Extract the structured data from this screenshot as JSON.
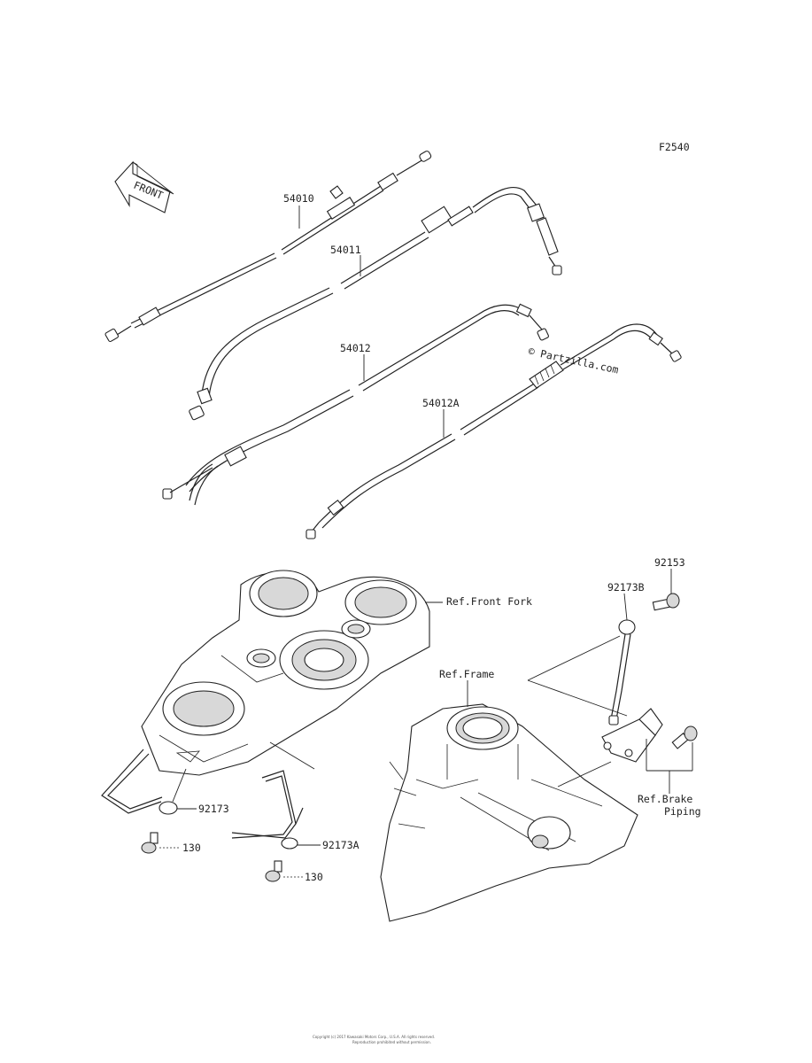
{
  "diagram_code": "F2540",
  "front_arrow_label": "FRONT",
  "watermark": "© Partzilla.com",
  "parts": {
    "p54010": "54010",
    "p54011": "54011",
    "p54012": "54012",
    "p54012A": "54012A",
    "p92153": "92153",
    "p92173B": "92173B",
    "p92173": "92173",
    "p92173A": "92173A",
    "p130a": "130",
    "p130b": "130"
  },
  "refs": {
    "front_fork": "Ref.Front Fork",
    "frame": "Ref.Frame",
    "brake_line1": "Ref.Brake",
    "brake_line2": "Piping"
  },
  "footer": {
    "line1": "Copyright (c) 2017 Kawasaki Motors Corp., U.S.A. All rights reserved.",
    "line2": "Reproduction prohibited without permission."
  }
}
